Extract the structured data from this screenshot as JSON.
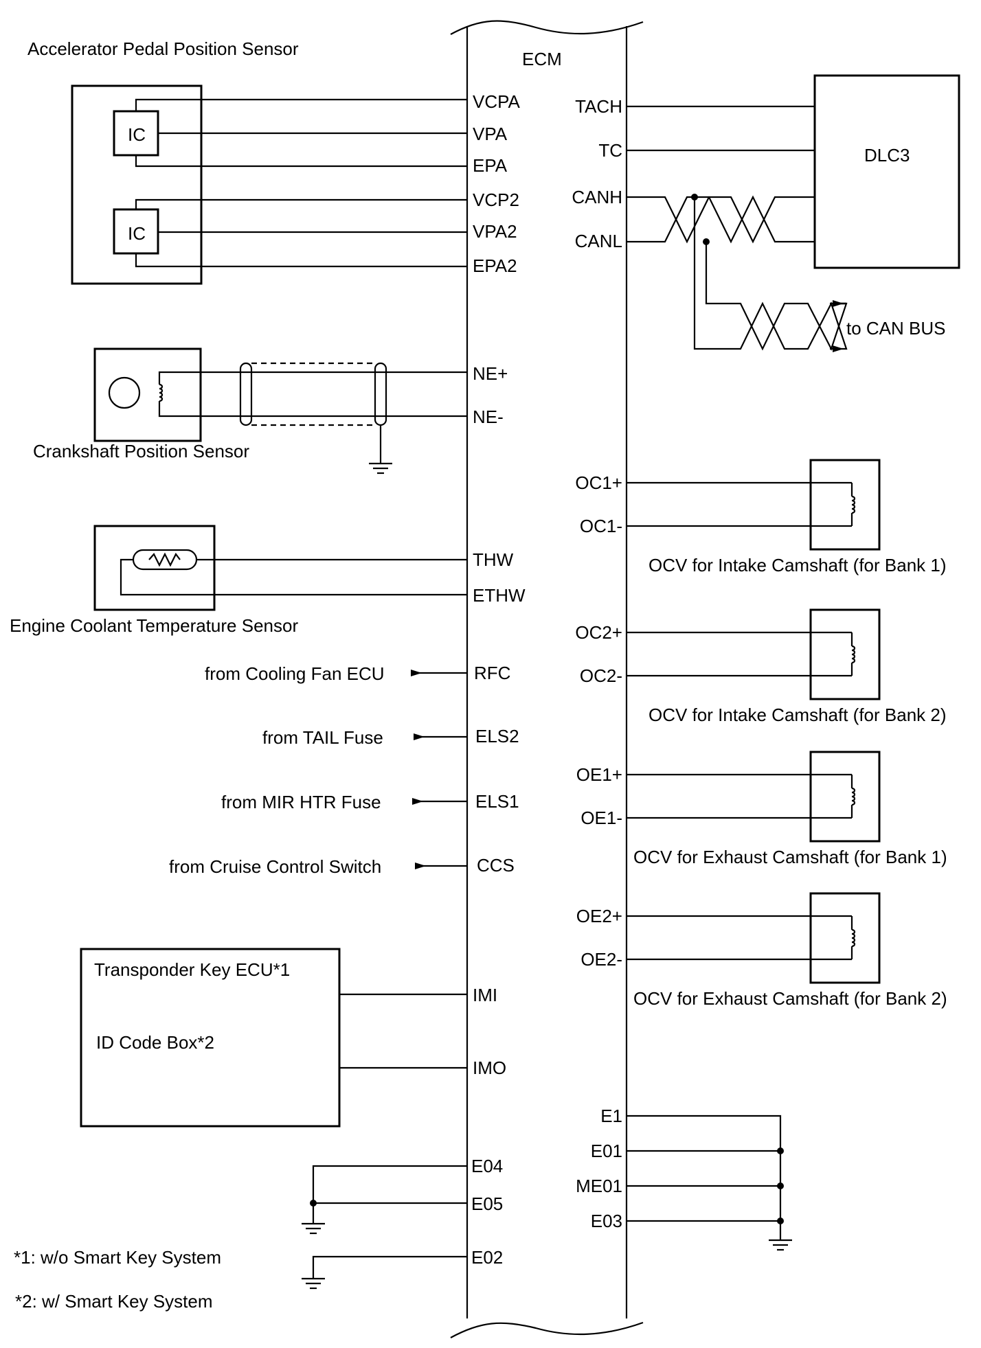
{
  "ecm": {
    "title": "ECM",
    "left_pins": {
      "vcpa": "VCPA",
      "vpa": "VPA",
      "epa": "EPA",
      "vcp2": "VCP2",
      "vpa2": "VPA2",
      "epa2": "EPA2",
      "ne_plus": "NE+",
      "ne_minus": "NE-",
      "thw": "THW",
      "ethw": "ETHW",
      "rfc": "RFC",
      "els2": "ELS2",
      "els1": "ELS1",
      "ccs": "CCS",
      "imi": "IMI",
      "imo": "IMO",
      "e04": "E04",
      "e05": "E05",
      "e02": "E02"
    },
    "right_pins": {
      "tach": "TACH",
      "tc": "TC",
      "canh": "CANH",
      "canl": "CANL",
      "oc1_plus": "OC1+",
      "oc1_minus": "OC1-",
      "oc2_plus": "OC2+",
      "oc2_minus": "OC2-",
      "oe1_plus": "OE1+",
      "oe1_minus": "OE1-",
      "oe2_plus": "OE2+",
      "oe2_minus": "OE2-",
      "e1": "E1",
      "e01": "E01",
      "me01": "ME01",
      "e03": "E03"
    }
  },
  "components": {
    "accel_sensor": "Accelerator Pedal Position Sensor",
    "ic1": "IC",
    "ic2": "IC",
    "crank_sensor": "Crankshaft Position Sensor",
    "coolant_sensor": "Engine Coolant Temperature Sensor",
    "dlc3": "DLC3",
    "can_bus": "to CAN BUS",
    "transponder": "Transponder Key ECU*1",
    "id_code_box": "ID Code Box*2",
    "ocv_intake_1": "OCV for Intake Camshaft (for Bank 1)",
    "ocv_intake_2": "OCV for Intake Camshaft (for Bank 2)",
    "ocv_exhaust_1": "OCV for Exhaust Camshaft (for Bank 1)",
    "ocv_exhaust_2": "OCV for Exhaust Camshaft (for Bank 2)"
  },
  "inputs": {
    "cooling_fan": "from Cooling Fan ECU",
    "tail_fuse": "from TAIL Fuse",
    "mir_htr_fuse": "from MIR HTR Fuse",
    "cruise_switch": "from Cruise Control Switch"
  },
  "notes": {
    "note1": "*1: w/o Smart Key System",
    "note2": "*2: w/ Smart Key System"
  }
}
